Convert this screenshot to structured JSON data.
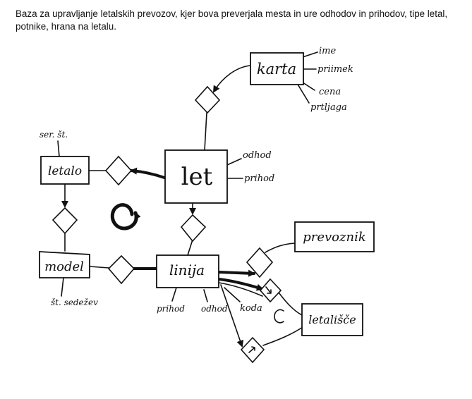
{
  "description": "Baza za upravljanje letalskih prevozov, kjer bova preverjala mesta in ure odhodov in prihodov, tipe letal, potnike, hrana na letalu.",
  "entities": {
    "karta": "karta",
    "let": "let",
    "letalo": "letalo",
    "model": "model",
    "linija": "linija",
    "prevoznik": "prevoznik",
    "letalisce": "letališče"
  },
  "attributes": {
    "karta_ime": "ime",
    "karta_priimek": "priimek",
    "karta_cena": "cena",
    "karta_prtljaga": "prtljaga",
    "let_odhod": "odhod",
    "let_prihod": "prihod",
    "letalo_ser": "ser. št.",
    "model_sedez": "št. sedežev",
    "linija_prihod": "prihod",
    "linija_odhod": "odhod",
    "linija_koda": "koda"
  }
}
